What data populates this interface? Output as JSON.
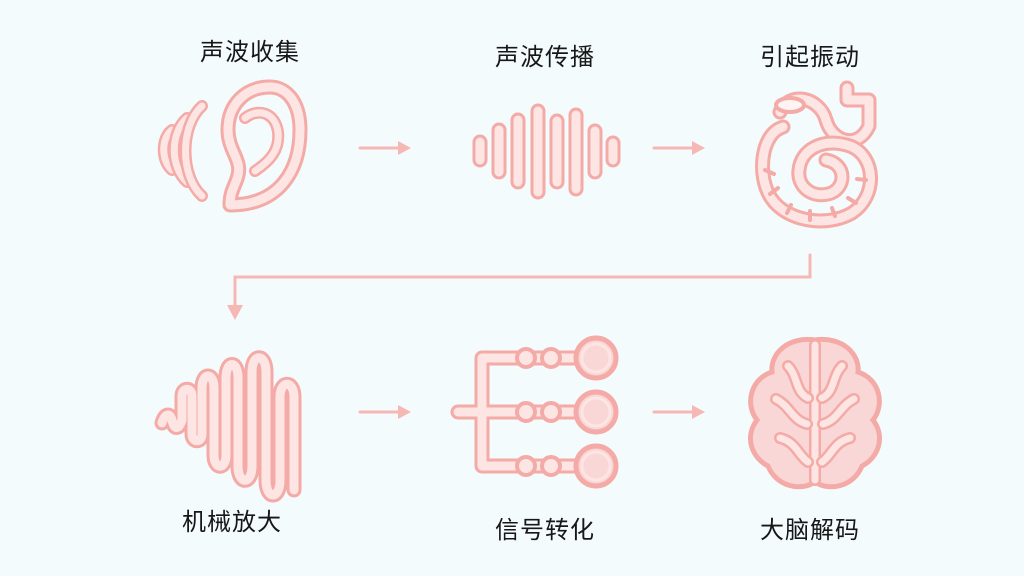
{
  "steps": [
    {
      "label": "声波收集",
      "icon": "ear-icon"
    },
    {
      "label": "声波传播",
      "icon": "sound-wave-icon"
    },
    {
      "label": "引起振动",
      "icon": "cochlea-icon"
    },
    {
      "label": "机械放大",
      "icon": "mechanical-wave-icon"
    },
    {
      "label": "信号转化",
      "icon": "signal-node-icon"
    },
    {
      "label": "大脑解码",
      "icon": "brain-icon"
    }
  ],
  "colors": {
    "background": "#f4fbfd",
    "icon_fill": "#fde5e4",
    "icon_stroke": "#f4aaa6",
    "arrow": "#f6b8b5",
    "text": "#171717"
  }
}
